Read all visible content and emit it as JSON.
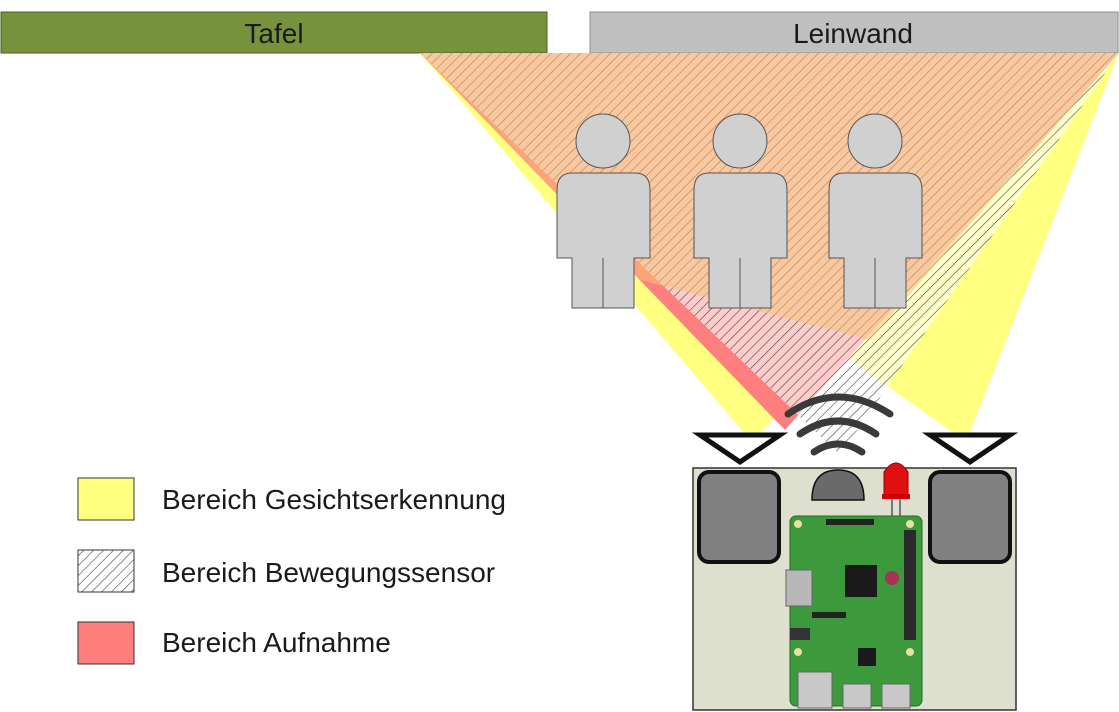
{
  "bars": {
    "left_label": "Tafel",
    "right_label": "Leinwand"
  },
  "legend": {
    "items": [
      {
        "label": "Bereich Gesichtserkennung",
        "swatch": "yellow"
      },
      {
        "label": "Bereich Bewegungssensor",
        "swatch": "hatch"
      },
      {
        "label": "Bereich Aufnahme",
        "swatch": "red"
      }
    ]
  },
  "colors": {
    "tafel": "#76923c",
    "leinwand": "#c0c0c0",
    "face_zone": "#ffff80",
    "record_zone": "#ff7f7f",
    "person": "#d0d0d0",
    "board": "#dde0cf",
    "pcb": "#3c9a3c",
    "led": "#e01010"
  }
}
